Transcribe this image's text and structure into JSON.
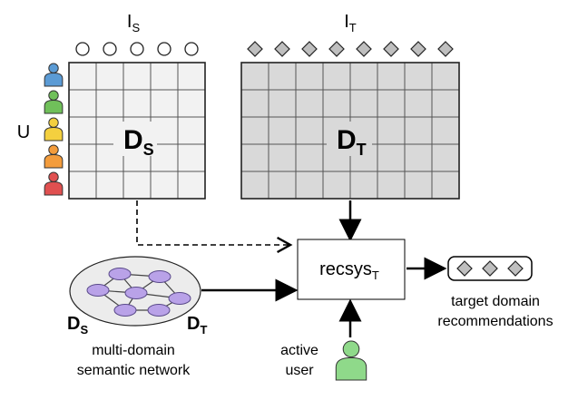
{
  "source_matrix": {
    "items_label": "I",
    "items_sub": "S",
    "label": "D",
    "label_sub": "S",
    "rows": 5,
    "cols": 5,
    "fill": "#f2f2f2"
  },
  "target_matrix": {
    "items_label": "I",
    "items_sub": "T",
    "label": "D",
    "label_sub": "T",
    "rows": 5,
    "cols": 8,
    "fill": "#d9d9d9"
  },
  "users": {
    "label": "U",
    "colors": [
      "#5b9bd5",
      "#70c05a",
      "#f4d03f",
      "#f39c3c",
      "#e05050"
    ]
  },
  "recsys": {
    "label": "recsys",
    "sub": "T"
  },
  "output": {
    "items": 3,
    "caption_line1": "target domain",
    "caption_line2": "recommendations"
  },
  "network": {
    "left_label": "D",
    "left_sub": "S",
    "right_label": "D",
    "right_sub": "T",
    "caption_line1": "multi-domain",
    "caption_line2": "semantic network",
    "node_color": "#b9a2e8"
  },
  "active_user": {
    "line1": "active",
    "line2": "user",
    "color": "#8fd98a"
  },
  "icons": {
    "source_item": "circle-item-icon",
    "target_item": "diamond-item-icon",
    "user": "user-icon"
  }
}
